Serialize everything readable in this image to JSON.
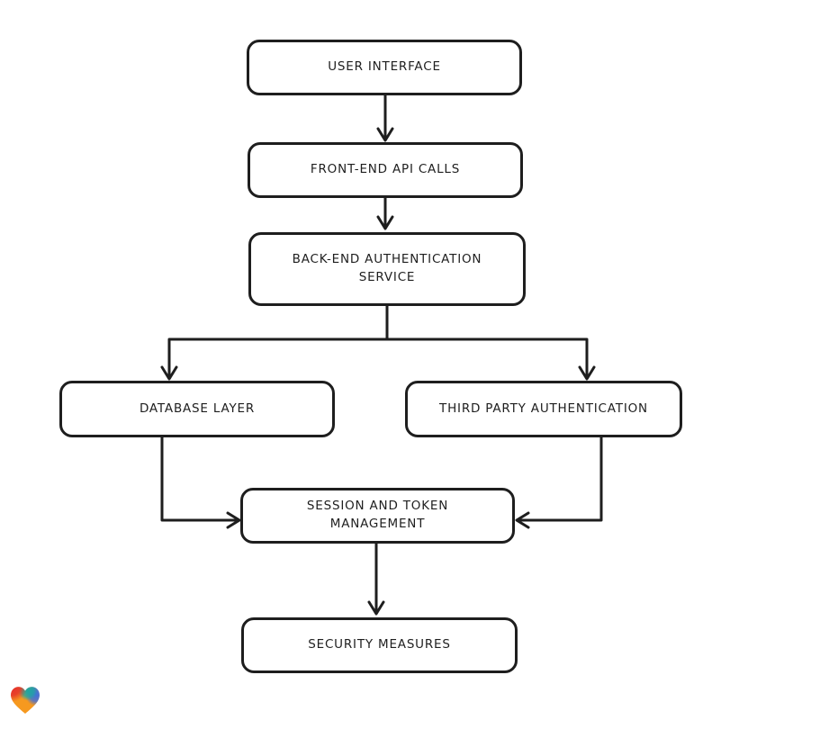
{
  "diagram": {
    "type": "flowchart",
    "background_color": "#ffffff",
    "stroke_color": "#1e1e1e",
    "node_fill_color": "#ffffff",
    "nodes": [
      {
        "id": "user-interface",
        "lines": [
          "USER INTERFACE"
        ]
      },
      {
        "id": "front-end-api-calls",
        "lines": [
          "FRONT-END API CALLS"
        ]
      },
      {
        "id": "back-end-authentication-service",
        "lines": [
          "BACK-END AUTHENTICATION",
          "SERVICE"
        ]
      },
      {
        "id": "database-layer",
        "lines": [
          "DATABASE LAYER"
        ]
      },
      {
        "id": "third-party-authentication",
        "lines": [
          "THIRD PARTY AUTHENTICATION"
        ]
      },
      {
        "id": "session-and-token-management",
        "lines": [
          "SESSION AND TOKEN",
          "MANAGEMENT"
        ]
      },
      {
        "id": "security-measures",
        "lines": [
          "SECURITY MEASURES"
        ]
      }
    ],
    "edges": [
      {
        "from": "user-interface",
        "to": "front-end-api-calls"
      },
      {
        "from": "front-end-api-calls",
        "to": "back-end-authentication-service"
      },
      {
        "from": "back-end-authentication-service",
        "to": "database-layer"
      },
      {
        "from": "back-end-authentication-service",
        "to": "third-party-authentication"
      },
      {
        "from": "database-layer",
        "to": "session-and-token-management"
      },
      {
        "from": "third-party-authentication",
        "to": "session-and-token-management"
      },
      {
        "from": "session-and-token-management",
        "to": "security-measures"
      }
    ],
    "logo": {
      "name": "gradient-heart-logo",
      "colors": {
        "red": "#e5312c",
        "teal": "#1ba7a2",
        "blue": "#3f6fdd",
        "orange": "#f6991f"
      }
    }
  }
}
